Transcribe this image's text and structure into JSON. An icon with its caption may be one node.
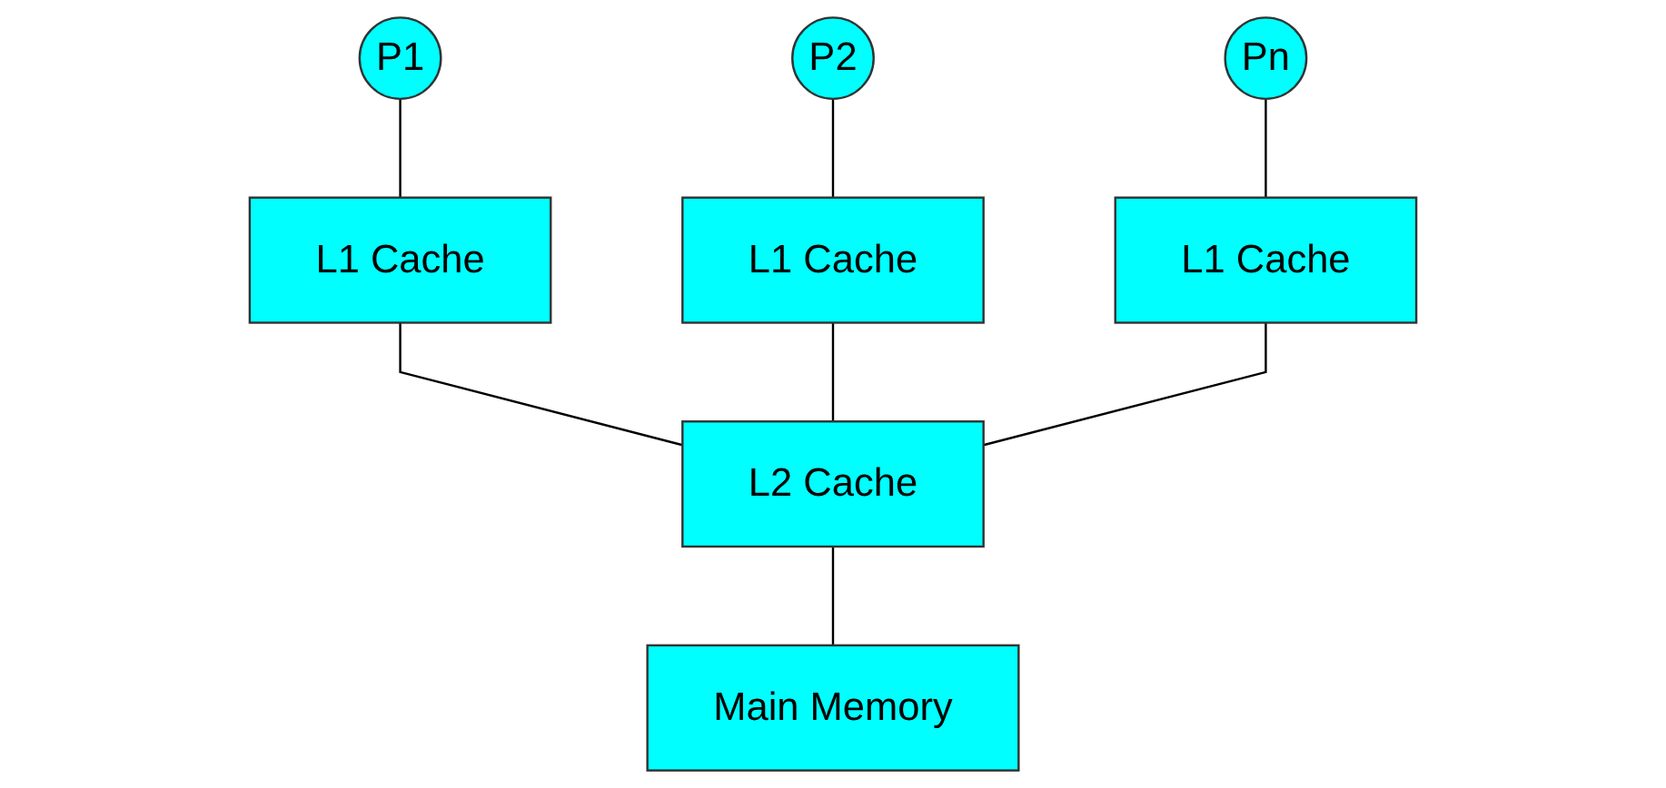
{
  "diagram": {
    "nodes": [
      {
        "text": [
          "P1"
        ]
      },
      {
        "text": [
          "P2"
        ]
      },
      {
        "text": [
          "Pn"
        ]
      },
      {
        "text": [
          "L1 Cache"
        ]
      },
      {
        "text": [
          "L1 Cache"
        ]
      },
      {
        "text": [
          "L1 Cache"
        ]
      },
      {
        "text": [
          "L2 Cache"
        ]
      },
      {
        "text": [
          "Main Memory"
        ]
      }
    ],
    "edges": [
      {
        "from": 0,
        "to": 3,
        "arrow": "none"
      },
      {
        "from": 1,
        "to": 4,
        "arrow": "none"
      },
      {
        "from": 2,
        "to": 5,
        "arrow": "none"
      },
      {
        "from": 3,
        "to": 6,
        "arrow": "none"
      },
      {
        "from": 4,
        "to": 6,
        "arrow": "none"
      },
      {
        "from": 5,
        "to": 6,
        "arrow": "none"
      },
      {
        "from": 6,
        "to": 7,
        "arrow": "none"
      }
    ]
  }
}
